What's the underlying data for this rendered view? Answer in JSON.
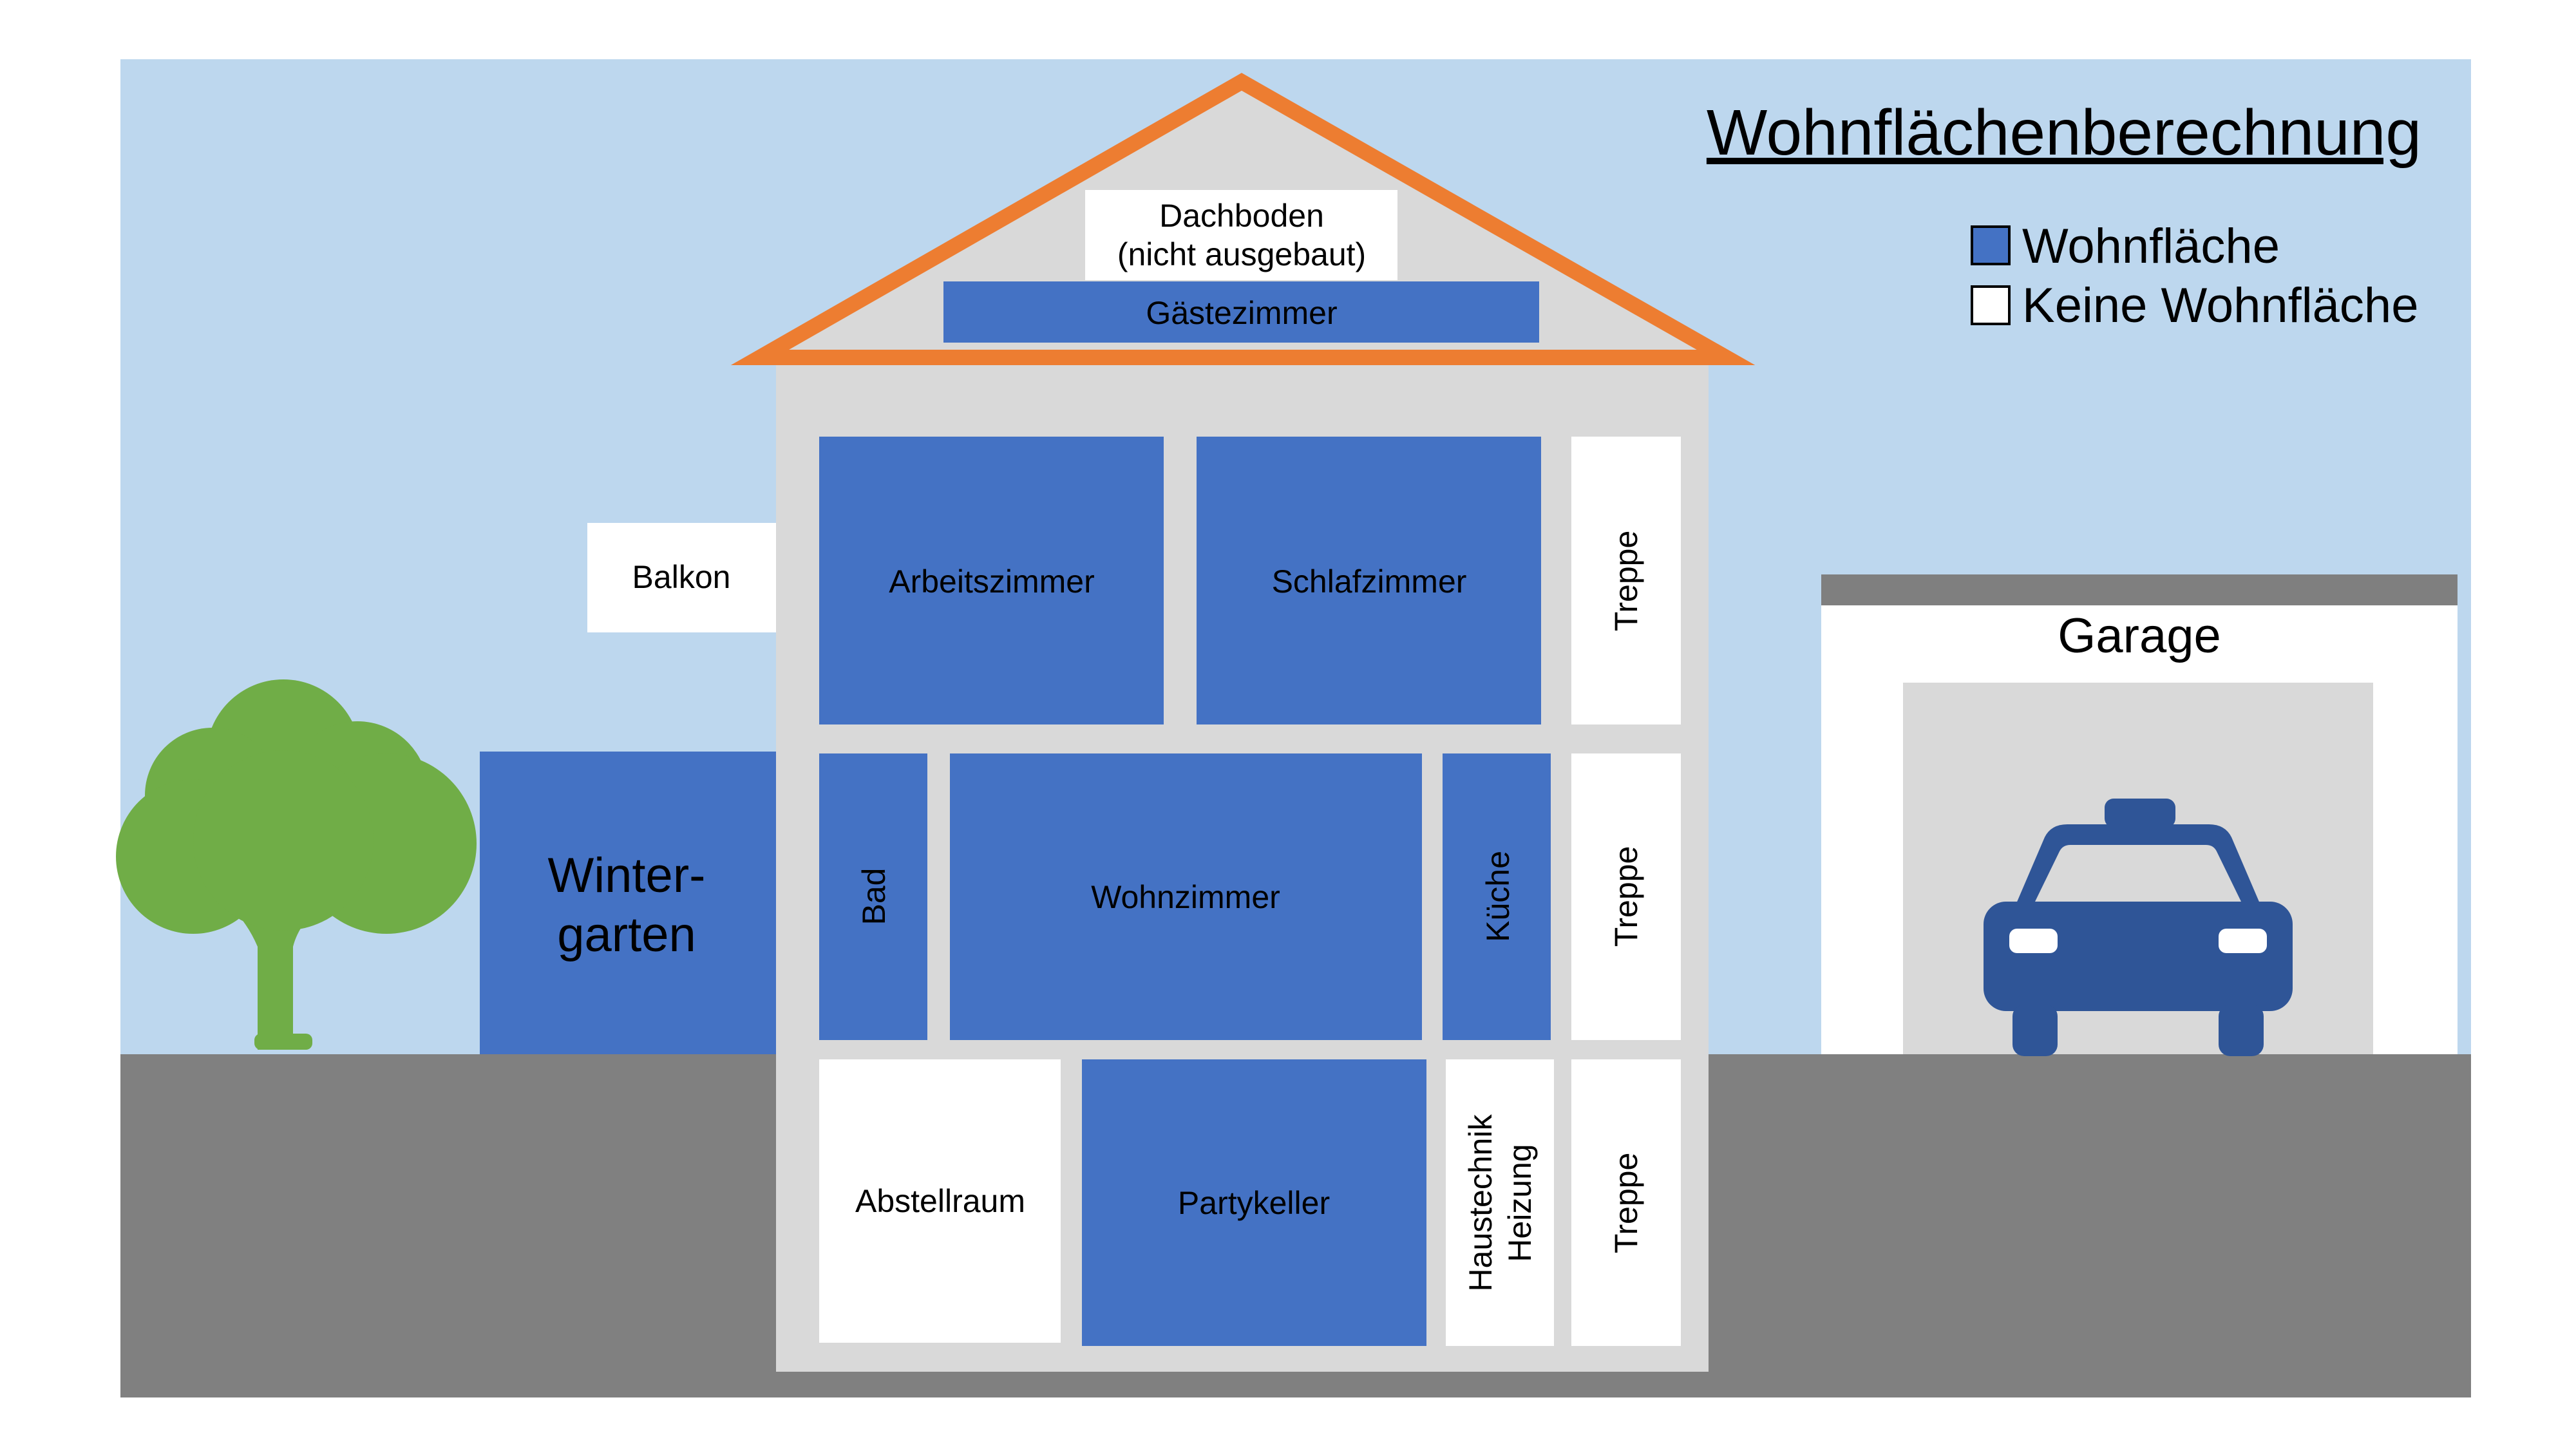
{
  "title": "Wohnflächenberechnung",
  "legend": {
    "living": "Wohnfläche",
    "non_living": "Keine Wohnfläche"
  },
  "colors": {
    "sky": "#BDD7EE",
    "ground": "#808080",
    "house_wall": "#D9D9D9",
    "roof_outline": "#ED7D31",
    "living_room_fill": "#4472C4",
    "non_living_fill": "#FFFFFF",
    "tree": "#70AD47",
    "car": "#2F5597",
    "garage_roof": "#7F7F7F"
  },
  "attic": {
    "dachboden_line1": "Dachboden",
    "dachboden_line2": "(nicht ausgebaut)",
    "gaestezimmer": "Gästezimmer"
  },
  "upper_floor": {
    "arbeitszimmer": "Arbeitszimmer",
    "schlafzimmer": "Schlafzimmer",
    "treppe": "Treppe"
  },
  "ground_floor": {
    "bad": "Bad",
    "wohnzimmer": "Wohnzimmer",
    "kueche": "Küche",
    "treppe": "Treppe"
  },
  "basement": {
    "abstellraum": "Abstellraum",
    "partykeller": "Partykeller",
    "haustechnik": "Haustechnik",
    "heizung": "Heizung",
    "treppe": "Treppe"
  },
  "balkon": "Balkon",
  "wintergarten_line1": "Winter-",
  "wintergarten_line2": "garten",
  "garage": "Garage"
}
